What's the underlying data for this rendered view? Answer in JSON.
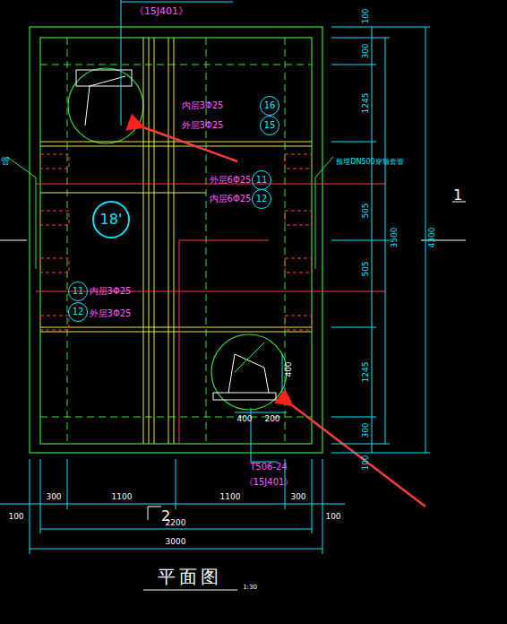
{
  "diagram": {
    "title": "平面图",
    "nodes": [
      {
        "text": [
          "16"
        ]
      },
      {
        "text": [
          "15"
        ]
      },
      {
        "text": [
          "11"
        ]
      },
      {
        "text": [
          "12"
        ]
      },
      {
        "text": [
          "18'"
        ]
      },
      {
        "text": [
          "11"
        ]
      },
      {
        "text": [
          "12"
        ]
      }
    ],
    "edges": [],
    "labels": [
      "《15J401》",
      "内层3Φ25",
      "外层3Φ25",
      "外层6Φ25",
      "内层6Φ25",
      "内层3Φ25",
      "外层3Φ25",
      "管",
      "预埋DN500穿墙套管",
      "1",
      "100",
      "300",
      "1245",
      "505",
      "505",
      "1245",
      "300",
      "100",
      "3500",
      "4300",
      "400",
      "400",
      "200",
      "T506-24",
      "《15J401》",
      "300",
      "1100",
      "1100",
      "300",
      "100",
      "2",
      "2200",
      "100",
      "3000",
      "1:30"
    ]
  }
}
